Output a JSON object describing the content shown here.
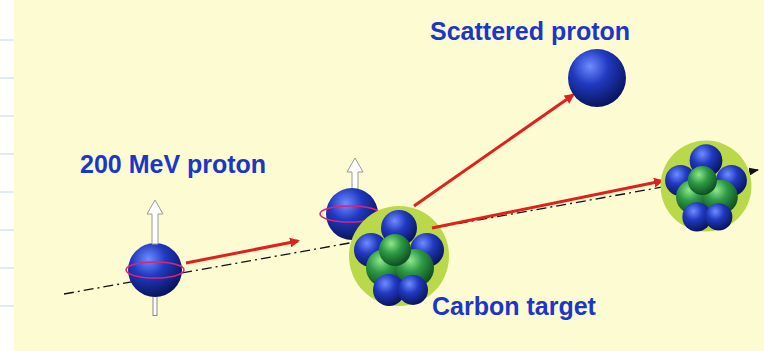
{
  "diagram": {
    "labels": [
      "Scattered proton",
      "200 MeV proton",
      "Carbon target"
    ]
  }
}
